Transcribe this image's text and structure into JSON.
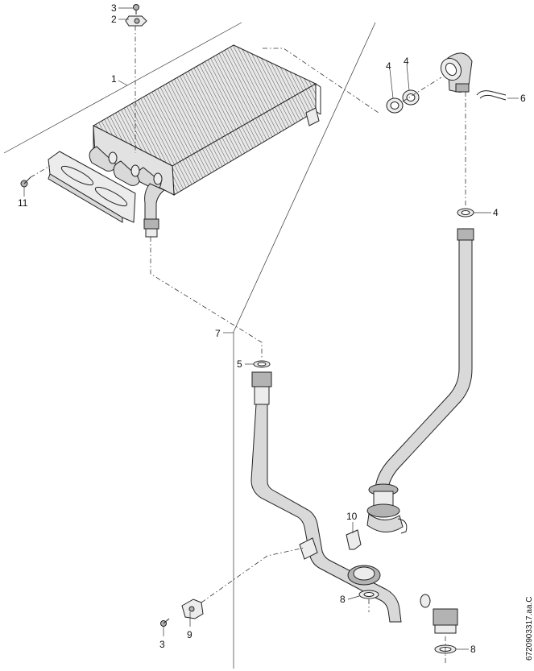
{
  "document_code": "6720903317.aa.C",
  "callouts": [
    {
      "id": "3-top",
      "text": "3"
    },
    {
      "id": "2",
      "text": "2"
    },
    {
      "id": "1",
      "text": "1"
    },
    {
      "id": "11",
      "text": "11"
    },
    {
      "id": "4-a",
      "text": "4"
    },
    {
      "id": "4-b",
      "text": "4"
    },
    {
      "id": "6",
      "text": "6"
    },
    {
      "id": "4-c",
      "text": "4"
    },
    {
      "id": "7",
      "text": "7"
    },
    {
      "id": "5",
      "text": "5"
    },
    {
      "id": "10",
      "text": "10"
    },
    {
      "id": "8-a",
      "text": "8"
    },
    {
      "id": "8-b",
      "text": "8"
    },
    {
      "id": "9",
      "text": "9"
    },
    {
      "id": "3-bottom",
      "text": "3"
    }
  ]
}
